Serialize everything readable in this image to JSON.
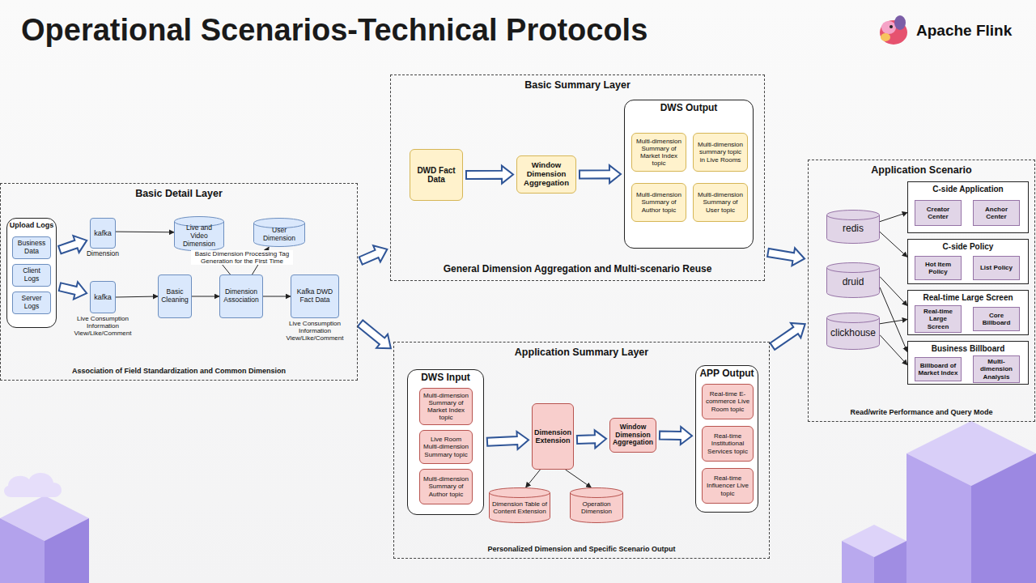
{
  "diagram": {
    "title": "Operational Scenarios-Technical Protocols",
    "nodes": [
      {
        "text": [
          "Basic Detail Layer",
          "Association of Field Standardization and Common Dimension"
        ]
      },
      {
        "text": [
          "Upload Logs"
        ],
        "in": 0
      },
      {
        "text": [
          "Business Data"
        ],
        "in": 1
      },
      {
        "text": [
          "Client Logs"
        ],
        "in": 1
      },
      {
        "text": [
          "Server Logs"
        ],
        "in": 1
      },
      {
        "text": [
          "kafka",
          "Dimension"
        ],
        "in": 0
      },
      {
        "text": [
          "Live and Video Dimension"
        ],
        "in": 0
      },
      {
        "text": [
          "User Dimension"
        ],
        "in": 0
      },
      {
        "text": [
          "kafka",
          "Live Consumption Information View/Like/Comment"
        ],
        "in": 0
      },
      {
        "text": [
          "Basic Cleaning"
        ],
        "in": 0
      },
      {
        "text": [
          "Dimension Association"
        ],
        "in": 0
      },
      {
        "text": [
          "Kafka DWD Fact Data",
          "Live Consumption Information View/Like/Comment"
        ],
        "in": 0
      },
      {
        "text": [
          "Basic Summary Layer",
          "General Dimension Aggregation and Multi-scenario Reuse"
        ]
      },
      {
        "text": [
          "DWD Fact Data"
        ],
        "in": 12
      },
      {
        "text": [
          "Window Dimension Aggregation"
        ],
        "in": 12
      },
      {
        "text": [
          "DWS Output"
        ],
        "in": 12
      },
      {
        "text": [
          "Multi-dimension Summary of Market Index topic"
        ],
        "in": 15
      },
      {
        "text": [
          "Multi-dimension summary topic in Live Rooms"
        ],
        "in": 15
      },
      {
        "text": [
          "Multi-dimension Summary of Author topic"
        ],
        "in": 15
      },
      {
        "text": [
          "Multi-dimension Summary of User topic"
        ],
        "in": 15
      },
      {
        "text": [
          "Application Summary Layer",
          "Personalized Dimension and Specific Scenario Output"
        ]
      },
      {
        "text": [
          "DWS Input"
        ],
        "in": 20
      },
      {
        "text": [
          "Multi-dimension Summary of Market Index topic"
        ],
        "in": 21
      },
      {
        "text": [
          "Live Room Multi-dimension Summary topic"
        ],
        "in": 21
      },
      {
        "text": [
          "Multi-dimension Summary of Author topic"
        ],
        "in": 21
      },
      {
        "text": [
          "Dimension Extension"
        ],
        "in": 20
      },
      {
        "text": [
          "Window Dimension Aggregation"
        ],
        "in": 20
      },
      {
        "text": [
          "APP Output"
        ],
        "in": 20
      },
      {
        "text": [
          "Real-time E-commerce Live Room topic"
        ],
        "in": 27
      },
      {
        "text": [
          "Real-time Institutional Services topic"
        ],
        "in": 27
      },
      {
        "text": [
          "Real-time Influencer Live topic"
        ],
        "in": 27
      },
      {
        "text": [
          "Dimension Table of Content Extension"
        ],
        "in": 20
      },
      {
        "text": [
          "Operation Dimension"
        ],
        "in": 20
      },
      {
        "text": [
          "Application Scenario",
          "Read/write Performance and Query Mode"
        ]
      },
      {
        "text": [
          "redis"
        ],
        "in": 33
      },
      {
        "text": [
          "druid"
        ],
        "in": 33
      },
      {
        "text": [
          "clickhouse"
        ],
        "in": 33
      },
      {
        "text": [
          "C-side Application"
        ],
        "in": 33
      },
      {
        "text": [
          "Creator Center"
        ],
        "in": 37
      },
      {
        "text": [
          "Anchor Center"
        ],
        "in": 37
      },
      {
        "text": [
          "C-side Policy"
        ],
        "in": 33
      },
      {
        "text": [
          "Hot Item Policy"
        ],
        "in": 40
      },
      {
        "text": [
          "List Policy"
        ],
        "in": 40
      },
      {
        "text": [
          "Real-time Large Screen"
        ],
        "in": 33
      },
      {
        "text": [
          "Real-time Large Screen"
        ],
        "in": 43
      },
      {
        "text": [
          "Core Billboard"
        ],
        "in": 43
      },
      {
        "text": [
          "Business Billboard"
        ],
        "in": 33
      },
      {
        "text": [
          "Billboard of Market Index"
        ],
        "in": 46
      },
      {
        "text": [
          "Multi-dimension Analysis"
        ],
        "in": 46
      }
    ],
    "edges": [
      {
        "from": 1,
        "to": 5,
        "arrow": "to"
      },
      {
        "from": 1,
        "to": 8,
        "arrow": "to"
      },
      {
        "from": 5,
        "to": 6,
        "arrow": "to"
      },
      {
        "from": 8,
        "to": 9,
        "arrow": "to"
      },
      {
        "from": 9,
        "to": 10,
        "arrow": "to"
      },
      {
        "from": 10,
        "to": 6,
        "arrow": "to"
      },
      {
        "from": 10,
        "to": 7,
        "arrow": "to"
      },
      {
        "from": 10,
        "to": 11,
        "arrow": "to"
      },
      {
        "from": 0,
        "to": 12,
        "arrow": "to"
      },
      {
        "from": 0,
        "to": 20,
        "arrow": "to"
      },
      {
        "from": 13,
        "to": 14,
        "arrow": "to"
      },
      {
        "from": 14,
        "to": 15,
        "arrow": "to"
      },
      {
        "from": 12,
        "to": 33,
        "arrow": "to"
      },
      {
        "from": 21,
        "to": 25,
        "arrow": "to"
      },
      {
        "from": 25,
        "to": 26,
        "arrow": "to"
      },
      {
        "from": 26,
        "to": 27,
        "arrow": "to"
      },
      {
        "from": 25,
        "to": 31,
        "arrow": "to"
      },
      {
        "from": 25,
        "to": 32,
        "arrow": "to"
      },
      {
        "from": 20,
        "to": 33,
        "arrow": "to"
      },
      {
        "from": 34,
        "to": 37,
        "arrow": "to"
      },
      {
        "from": 34,
        "to": 40,
        "arrow": "to"
      },
      {
        "from": 35,
        "to": 43,
        "arrow": "to"
      },
      {
        "from": 35,
        "to": 46,
        "arrow": "to"
      },
      {
        "from": 36,
        "to": 43,
        "arrow": "to"
      },
      {
        "from": 36,
        "to": 46,
        "arrow": "to"
      }
    ],
    "labels": [
      "Basic Dimension Processing Tag Generation for the First Time",
      "Apache Flink"
    ]
  }
}
